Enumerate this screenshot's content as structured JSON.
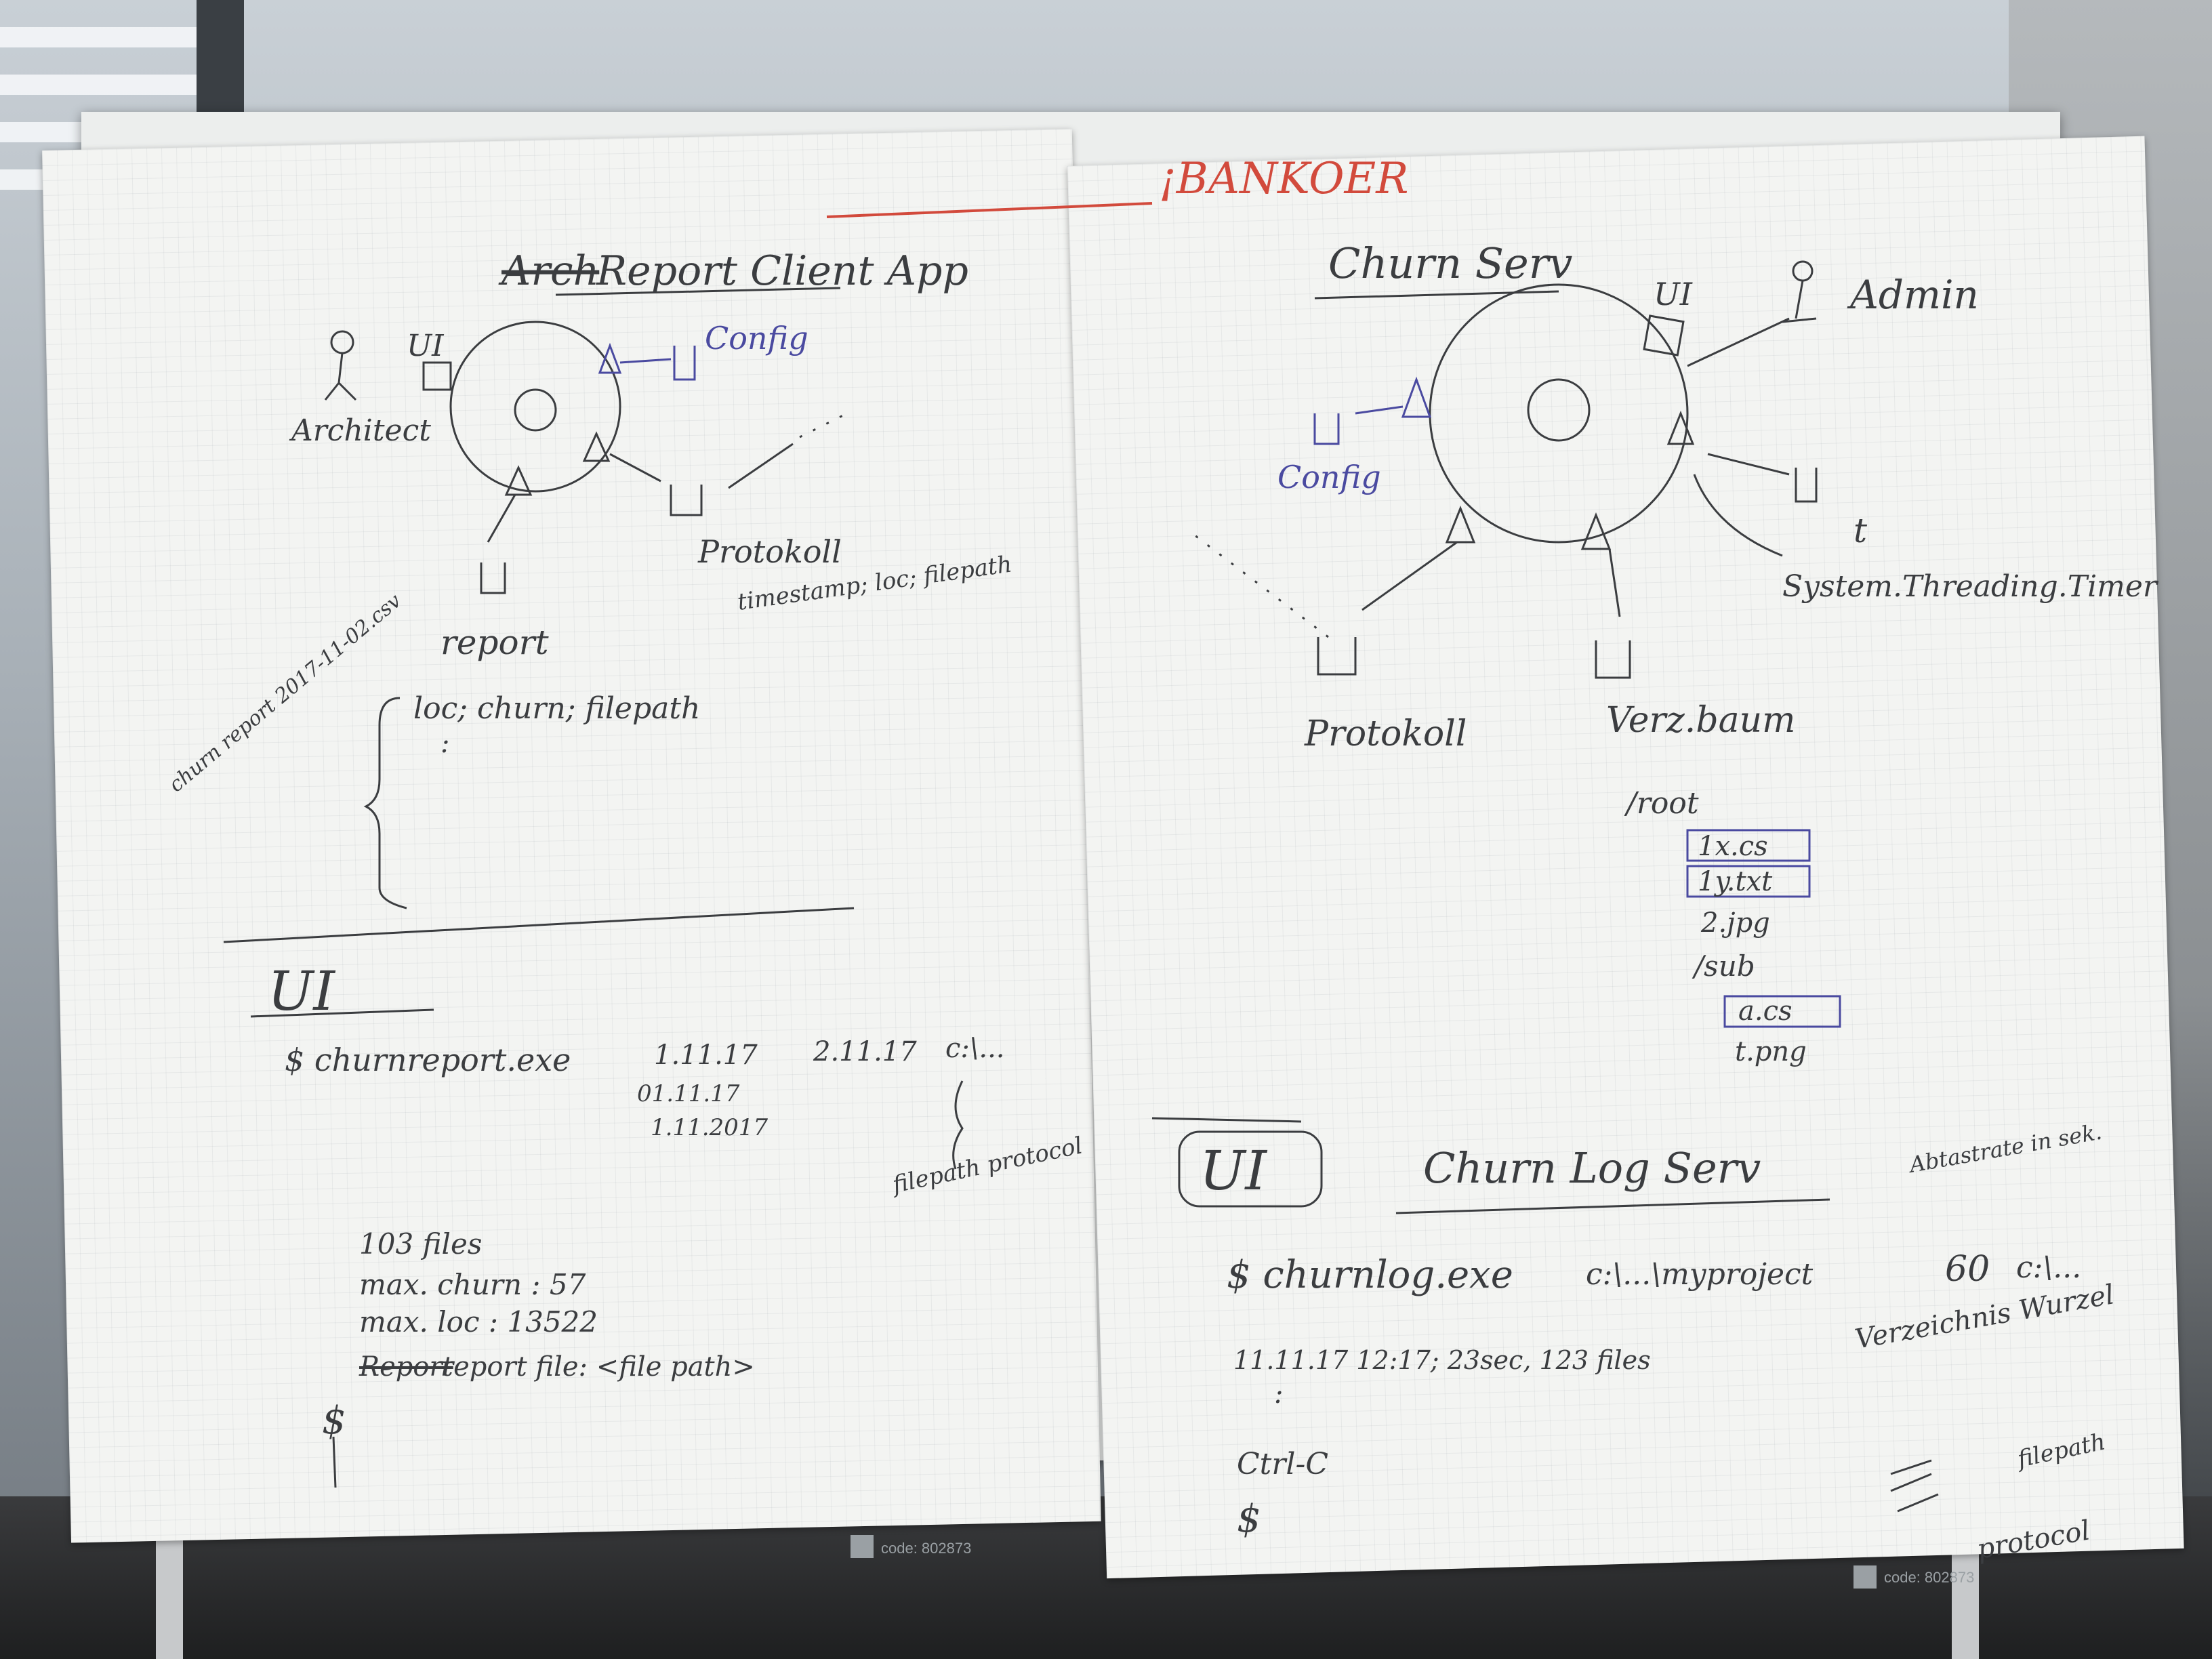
{
  "header": {
    "title": "¡BANKOER"
  },
  "left_sheet": {
    "title_struck": "Arch",
    "title": "Report Client App",
    "ui_label": "UI",
    "actor_label": "Architect",
    "config_label": "Config",
    "protokoll_label": "Protokoll",
    "protokoll_fields": "timestamp; loc; filepath",
    "report_label": "report",
    "report_filename": "churn report 2017-11-02.csv",
    "report_columns": "loc; churn; filepath",
    "ui_section_title": "UI",
    "cmd_line": "$ churnreport.exe",
    "cmd_arg_from": "1.11.17",
    "cmd_arg_to": "2.11.17",
    "cmd_arg_path": "c:\\...",
    "date_formats": [
      "01.11.17",
      "1.11.2017"
    ],
    "filepath_note": "filepath protocol",
    "stats": [
      "103 files",
      "max. churn : 57",
      "max. loc : 13522"
    ],
    "report_file_struck": "Report",
    "report_file_line": "report file: <file path>",
    "prompt": "$",
    "code_label": "code: 802873"
  },
  "right_sheet": {
    "title": "Churn Serv",
    "ui_label": "UI",
    "actor_label": "Admin",
    "config_label": "Config",
    "timer_label": "t",
    "timer_class": "System.Threading.Timer",
    "protokoll_label": "Protokoll",
    "tree_label": "Verz.baum",
    "tree_items": [
      "/root",
      "1x.cs",
      "1y.txt",
      "2.jpg",
      "/sub",
      "a.cs",
      "t.png"
    ],
    "ui_section_title": "UI",
    "log_serv_title": "Churn Log Serv",
    "interval_note": "Abtastrate in sek.",
    "cmd_line": "$ churnlog.exe",
    "cmd_arg_path": "c:\\...\\myproject",
    "cmd_arg_interval": "60",
    "cmd_arg_out": "c:\\...",
    "root_note": "Verzeichnis Wurzel",
    "log_line": "11.11.17 12:17; 23sec, 123 files",
    "ellipsis": ":",
    "ctrl_c": "Ctrl-C",
    "prompt": "$",
    "filepath_note": "filepath",
    "protocol_note": "protocol",
    "code_label": "code: 802873"
  },
  "colors": {
    "ink": "#3b3d40",
    "blue_ink": "#4a4aa0",
    "red_ink": "#d24a3c",
    "paper": "#f3f4f2"
  }
}
